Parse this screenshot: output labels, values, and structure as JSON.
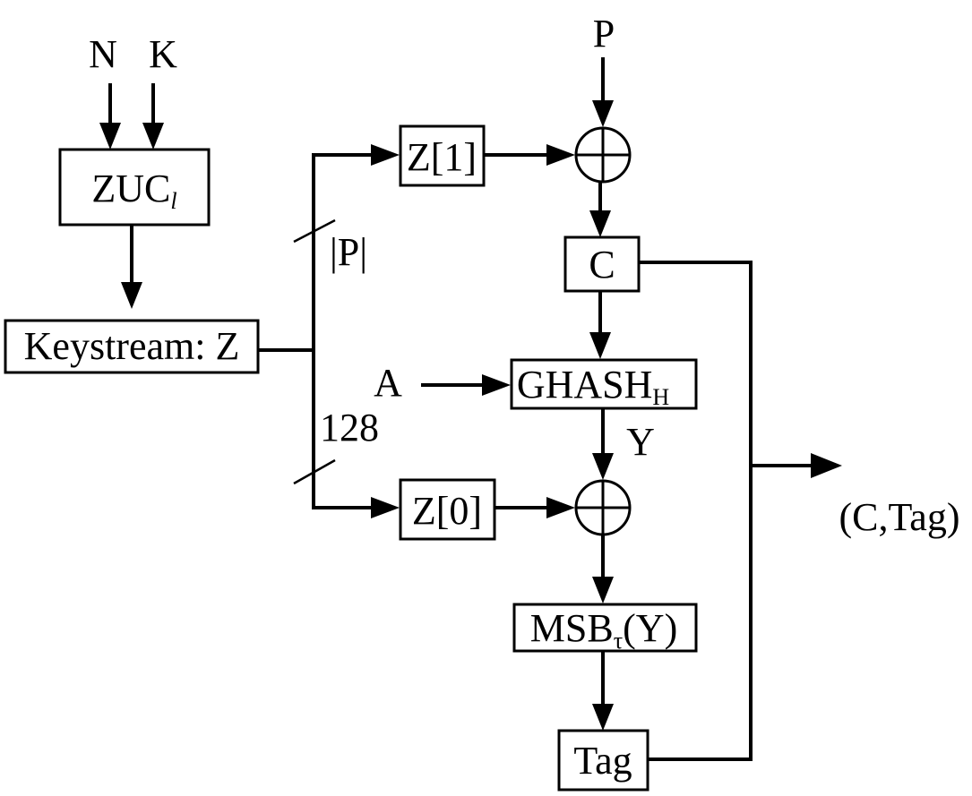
{
  "inputs": {
    "nonce": "N",
    "key": "K",
    "plaintext": "P",
    "aad": "A"
  },
  "blocks": {
    "zuc": {
      "main": "ZUC",
      "sub": "l"
    },
    "keystream": "Keystream: Z",
    "z1": "Z[1]",
    "z0": "Z[0]",
    "ciphertext": "C",
    "ghash": {
      "main": "GHASH",
      "sub": "H"
    },
    "msb": {
      "main": "MSB",
      "sub": "τ",
      "arg": "(Y)"
    },
    "tag": "Tag"
  },
  "labels": {
    "p_length": "|P|",
    "bit_width": "128",
    "ghash_output": "Y",
    "output": "(C,Tag)"
  }
}
